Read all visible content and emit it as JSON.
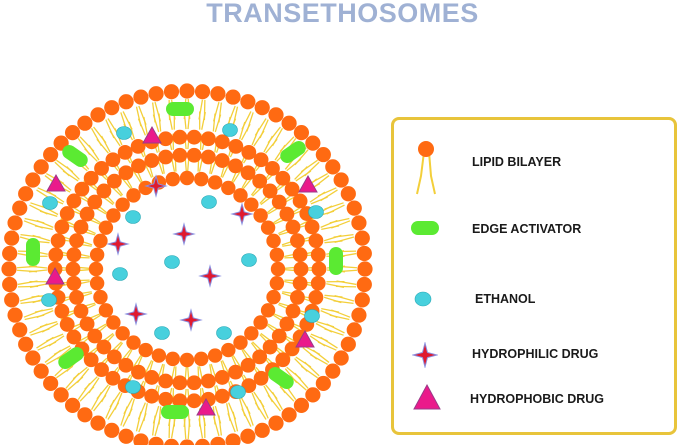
{
  "title": "TRANSETHOSOMES",
  "colors": {
    "title": "#9fb1d4",
    "head": "#ff6a12",
    "tail": "#f3cf3a",
    "edge_activator": "#5bea32",
    "ethanol": "#47d0dd",
    "hydrophilic": "#e01a2e",
    "hydrophilic_outline": "#8a8fe0",
    "hydrophobic": "#ea1a8b",
    "hydrophobic_outline": "#9a3a88",
    "legend_border": "#e8c43b"
  },
  "legend": [
    {
      "icon": "lipid-bilayer-icon",
      "label": "LIPID BILAYER"
    },
    {
      "icon": "edge-activator-icon",
      "label": "EDGE ACTIVATOR"
    },
    {
      "icon": "ethanol-icon",
      "label": "ETHANOL"
    },
    {
      "icon": "hydrophilic-drug-icon",
      "label": "HYDROPHILIC DRUG"
    },
    {
      "icon": "hydrophobic-drug-icon",
      "label": "HYDROPHOBIC DRUG"
    }
  ]
}
